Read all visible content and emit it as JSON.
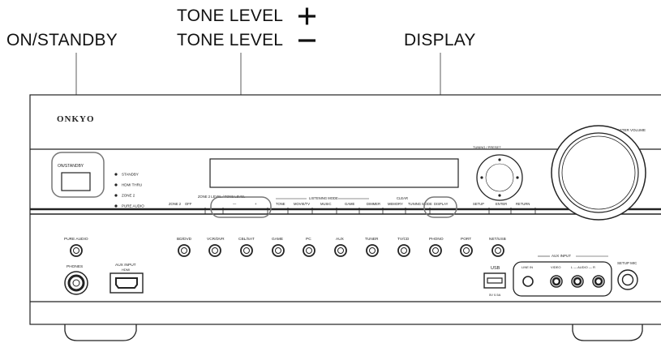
{
  "callouts": {
    "on_standby": "ON/STANDBY",
    "tone_up": "TONE LEVEL",
    "tone_down": "TONE LEVEL",
    "display": "DISPLAY"
  },
  "brand": "ONKYO",
  "master_volume_label": "MASTER VOLUME",
  "tuning_label": "TUNING / PRESET",
  "on_standby_button_label": "ON/STANDBY",
  "indicators": [
    "STANDBY",
    "HDMI THRU",
    "ZONE 2",
    "PURE AUDIO"
  ],
  "zone_tone_label": "ZONE 2 LEVEL / TONE LEVEL",
  "listening_mode_label": "LISTENING MODE",
  "clear_label": "CLEAR",
  "strip_buttons": [
    "ZONE 2",
    "OFF",
    "—",
    "+",
    "TONE",
    "MOVIE/TV",
    "MUSIC",
    "GAME",
    "DIMMER",
    "MEMORY",
    "TUNING MODE",
    "DISPLAY"
  ],
  "nav_buttons": [
    "SETUP",
    "ENTER",
    "RETURN"
  ],
  "pure_audio_label": "PURE AUDIO",
  "input_selectors": [
    "BD/DVD",
    "VCR/DVR",
    "CBL/SAT",
    "GAME",
    "PC",
    "AUX",
    "TUNER",
    "TV/CD",
    "PHONO",
    "PORT",
    "NET/USB"
  ],
  "phones_label": "PHONES",
  "aux_hdmi_label": "AUX INPUT",
  "aux_hdmi_sub": "HDMI",
  "usb_label": "USB",
  "usb_sub": "5V 0.5A",
  "aux_input_label": "AUX INPUT",
  "aux_jacks": [
    "LINE IN",
    "VIDEO",
    "L — AUDIO — R"
  ],
  "setup_mic_label": "SETUP MIC"
}
